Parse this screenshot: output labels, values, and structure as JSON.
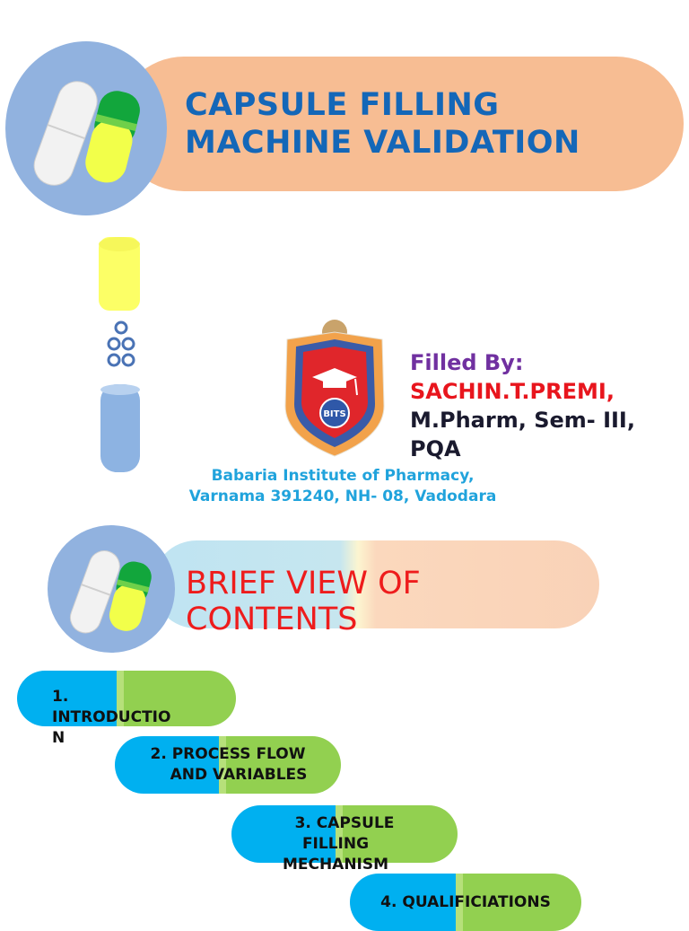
{
  "slide": {
    "title_line1": "CAPSULE FILLING",
    "title_line2": "MACHINE VALIDATION"
  },
  "author": {
    "label": "Filled By:",
    "name": "SACHIN.T.PREMI,",
    "degree_line": "M.Pharm, Sem- III,",
    "dept_line": "PQA"
  },
  "logo": {
    "text": "BITS"
  },
  "institute": {
    "line1": "Babaria Institute of Pharmacy,",
    "line2": "Varnama 391240, NH- 08, Vadodara"
  },
  "contents": {
    "heading_line1": "BRIEF VIEW OF",
    "heading_line2": "CONTENTS",
    "items": [
      {
        "line1": "1.",
        "line2": "INTRODUCTIO",
        "line3": "N"
      },
      {
        "line1": "2. PROCESS FLOW",
        "line2": "AND VARIABLES"
      },
      {
        "line1": "3. CAPSULE",
        "line2": "FILLING",
        "line3": "MECHANISM"
      },
      {
        "line1": "4. QUALIFICIATIONS"
      }
    ]
  },
  "colors": {
    "title_blue": "#1467b8",
    "banner_peach": "#f7bd93",
    "pill_blue": "#00b0f0",
    "pill_green": "#92d050",
    "red": "#e8151d",
    "purple": "#7030a0"
  }
}
